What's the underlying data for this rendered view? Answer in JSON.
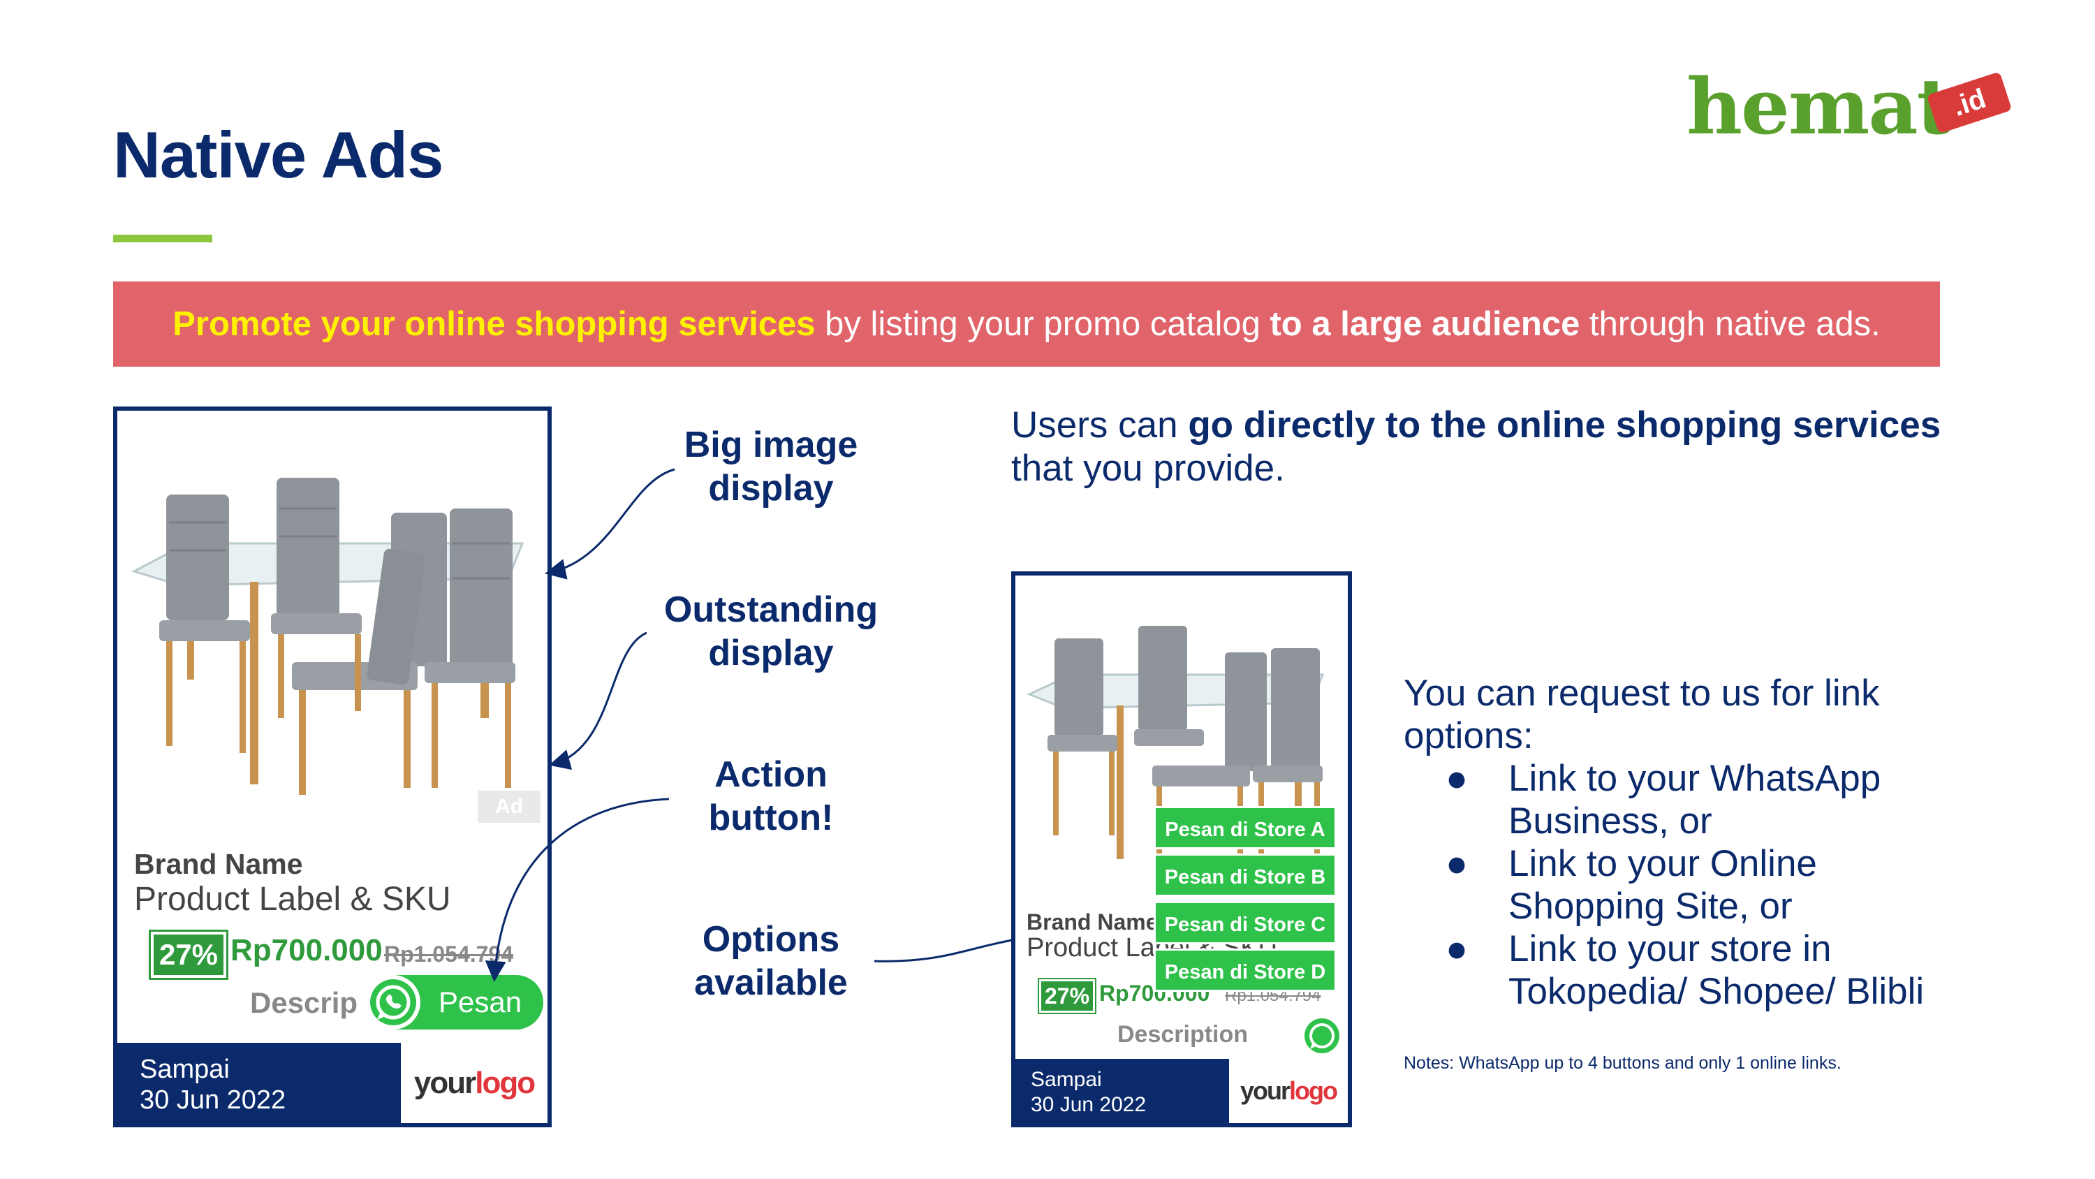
{
  "title": "Native Ads",
  "brand_logo": {
    "text": "hemat",
    "tag": ".id"
  },
  "banner": {
    "highlight": "Promote your online shopping services",
    "mid": " by listing your promo catalog ",
    "bold": "to a large audience",
    "end": " through native ads."
  },
  "card_large": {
    "ad_chip": "Ad",
    "brand_name": "Brand Name",
    "product": "Product Label & SKU",
    "discount": "27%",
    "price": "Rp700.000",
    "old_price": "Rp1.054.794",
    "description": "Descrip",
    "button_label": "Pesan",
    "date_label": "Sampai",
    "date_value": "30 Jun 2022",
    "logo_your": "your",
    "logo_logo": "logo"
  },
  "callouts": {
    "big_image": [
      "Big image",
      "display"
    ],
    "outstanding": [
      "Outstanding",
      "display"
    ],
    "action": [
      "Action",
      "button!"
    ],
    "options": [
      "Options",
      "available"
    ]
  },
  "users_text": {
    "start": "Users can ",
    "bold": "go directly to the online shopping services",
    "end": " that you provide."
  },
  "card_small": {
    "brand_name": "Brand Name",
    "product": "Product Label & SKU",
    "discount": "27%",
    "price": "Rp700.000",
    "old_price": "Rp1.054.794",
    "description": "Description",
    "store_buttons": [
      "Pesan di Store A",
      "Pesan di Store B",
      "Pesan di Store C",
      "Pesan di Store D"
    ],
    "date_label": "Sampai",
    "date_value": "30 Jun 2022",
    "logo_your": "your",
    "logo_logo": "logo"
  },
  "request": {
    "intro": "You can request to us for link options:",
    "items": [
      "Link to your WhatsApp Business, or",
      "Link to your Online Shopping Site, or",
      "Link to your store in Tokopedia/ Shopee/ Blibli"
    ],
    "bullet": "●"
  },
  "notes": "Notes: WhatsApp up to 4 buttons and only 1 online links.",
  "colors": {
    "navy": "#0b2a6b",
    "banner_red": "#e0646a",
    "highlight_yellow": "#fff200",
    "brand_green": "#5aa02c",
    "button_green": "#2fc24a"
  }
}
